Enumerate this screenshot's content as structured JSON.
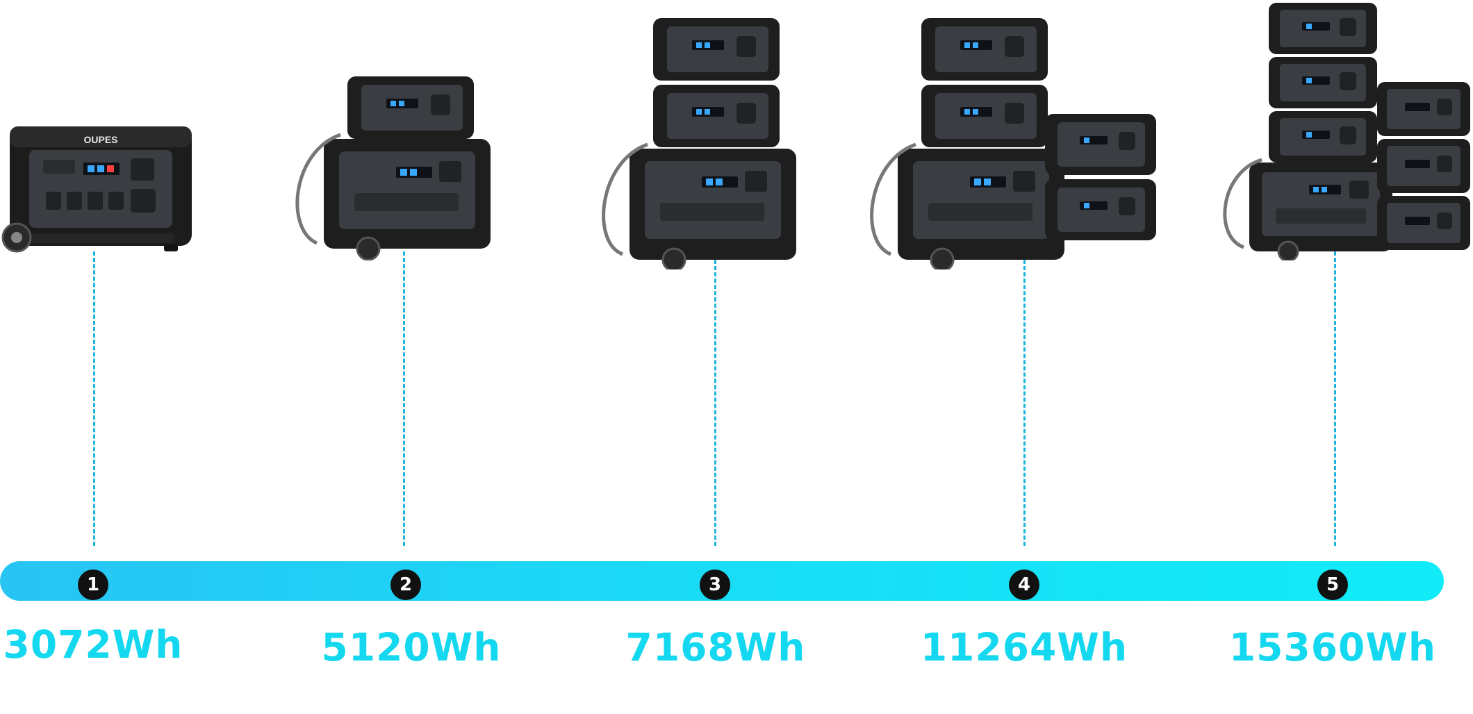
{
  "brand_logo": "OUPES",
  "colors": {
    "timeline_start": "#28c4f4",
    "timeline_end": "#12ecf8",
    "caption": "#14d8ef",
    "connector": "#1ab4dc",
    "step_badge": "#111111",
    "device_body": "#1e1e1e",
    "device_panel": "#3a3d41",
    "display": "#3aa8ff"
  },
  "stages": [
    {
      "step": "1",
      "capacity": "3072Wh",
      "configuration": {
        "main_units": 1,
        "stacked_batteries": 0,
        "side_batteries": 0
      }
    },
    {
      "step": "2",
      "capacity": "5120Wh",
      "configuration": {
        "main_units": 1,
        "stacked_batteries": 1,
        "side_batteries": 0
      }
    },
    {
      "step": "3",
      "capacity": "7168Wh",
      "configuration": {
        "main_units": 1,
        "stacked_batteries": 2,
        "side_batteries": 0
      }
    },
    {
      "step": "4",
      "capacity": "11264Wh",
      "configuration": {
        "main_units": 1,
        "stacked_batteries": 2,
        "side_batteries": 2
      }
    },
    {
      "step": "5",
      "capacity": "15360Wh",
      "configuration": {
        "main_units": 1,
        "stacked_batteries": 3,
        "side_batteries": 3
      }
    }
  ]
}
